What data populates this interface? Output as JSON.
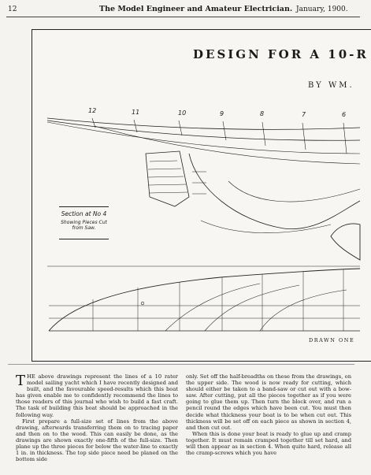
{
  "header": {
    "page_number": "12",
    "journal_title": "The Model Engineer and Amateur Electrician.",
    "date": "January, 1900."
  },
  "plate": {
    "title": "DESIGN FOR A 10-R",
    "author": "BY WM.",
    "drawn": "DRAWN ONE",
    "stations": [
      "12",
      "11",
      "10",
      "9",
      "8",
      "7",
      "6"
    ],
    "section_label": {
      "line1": "Section at No 4",
      "line2": "Showing Pieces Cut",
      "line3": "from Saw."
    }
  },
  "article": {
    "dropcap": "T",
    "left_first": "HE above drawings represent the lines of a 10 rater model sailing yacht which I have recently designed and built, and the favourable speed-results which this boat has given enable me to confidently recommend the lines to those readers of this journal who wish to build a fast craft. The task of building this boat should be approached in the following way.",
    "left_second": "First prepare a full-size set of lines from the above drawing, afterwards transferring them on to tracing paper and then on to the wood. This can easily be done, as the drawings are shown exactly one-fifth of the full-size. Then plane up the three pieces for below the water-line to exactly 1 in. in thickness. The top side piece need be planed on the bottom side",
    "right_first": "only. Set off the half-breadths on these from the drawings, on the upper side. The wood is now ready for cutting, which should either be taken to a band-saw or cut out with a bow-saw. After cutting, put all the pieces together as if you were going to glue them up. Then turn the block over, and run a pencil round the edges which have been cut. You must then decide what thickness your boat is to be when cut out. This thickness will be set off on each piece as shown in section 4, and then cut out.",
    "right_second": "When this is done your boat is ready to glue up and cramp together. It must remain cramped together till set hard, and will then appear as in section 4. When quite hard, release all the cramp-screws which you have"
  }
}
